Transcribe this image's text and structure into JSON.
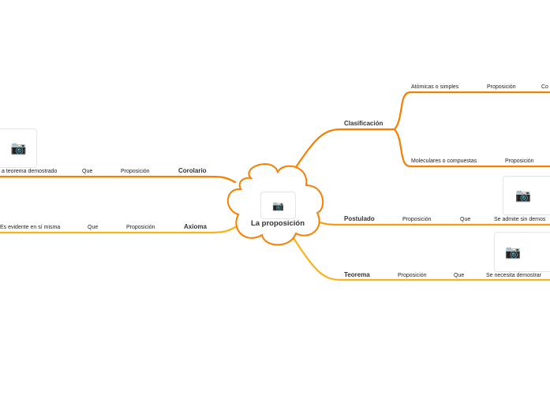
{
  "central": {
    "title": "La proposición",
    "icon": "camera-icon"
  },
  "colors": {
    "orange": "#f77f00",
    "yellow": "#f9b31b"
  },
  "branches": {
    "corolario": {
      "title": "Corolario",
      "items": [
        "Proposición",
        "Que",
        "a teorema demostrado"
      ]
    },
    "axioma": {
      "title": "Axioma",
      "items": [
        "Proposición",
        "Que",
        "Es evidente en sí misma"
      ]
    },
    "clasificacion": {
      "title": "Clasificación",
      "atomicas": {
        "title": "Atómicas o simples",
        "items": [
          "Proposición",
          "Co"
        ]
      },
      "moleculares": {
        "title": "Moleculares o compuestas",
        "items": [
          "Proposición"
        ]
      }
    },
    "postulado": {
      "title": "Postulado",
      "items": [
        "Proposición",
        "Que",
        "Se admite sin demos"
      ]
    },
    "teorema": {
      "title": "Teorema",
      "items": [
        "Proposición",
        "Que",
        "Se necesita demostrar"
      ]
    }
  }
}
